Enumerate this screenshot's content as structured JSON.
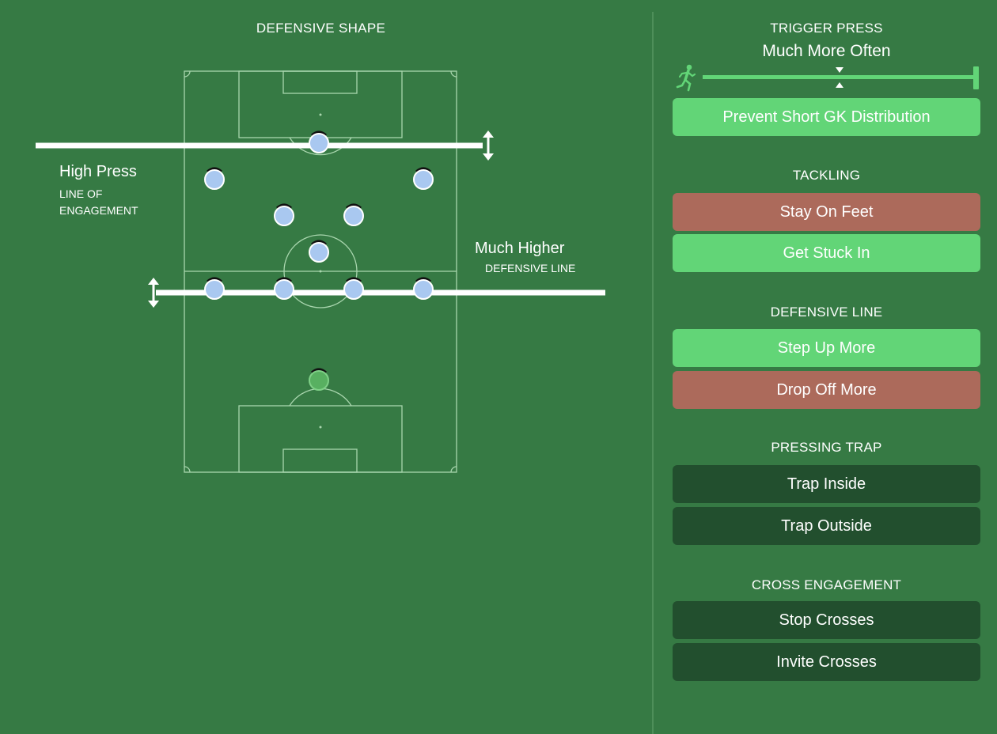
{
  "defensive_shape": {
    "title": "DEFENSIVE SHAPE",
    "line_of_engagement": {
      "value": "High Press",
      "label": "LINE OF ENGAGEMENT"
    },
    "defensive_line": {
      "value": "Much Higher",
      "label": "DEFENSIVE LINE"
    }
  },
  "trigger_press": {
    "title": "TRIGGER PRESS",
    "value": "Much More Often",
    "slider_level": 1.0,
    "option": "Prevent Short GK Distribution"
  },
  "tackling": {
    "title": "TACKLING",
    "options": [
      "Stay On Feet",
      "Get Stuck In"
    ]
  },
  "defensive_line_section": {
    "title": "DEFENSIVE LINE",
    "options": [
      "Step Up More",
      "Drop Off More"
    ]
  },
  "pressing_trap": {
    "title": "PRESSING TRAP",
    "options": [
      "Trap Inside",
      "Trap Outside"
    ]
  },
  "cross_engagement": {
    "title": "CROSS ENGAGEMENT",
    "options": [
      "Stop Crosses",
      "Invite Crosses"
    ]
  },
  "icons": {
    "runner": "runner-icon",
    "arrow": "double-arrow-icon"
  },
  "colors": {
    "background": "#367a44",
    "selected": "#62d577",
    "disabled": "#ac6a5b",
    "unselected": "#224f2e",
    "outfield_player": "#a9c8f0",
    "goalkeeper": "#58b061"
  }
}
